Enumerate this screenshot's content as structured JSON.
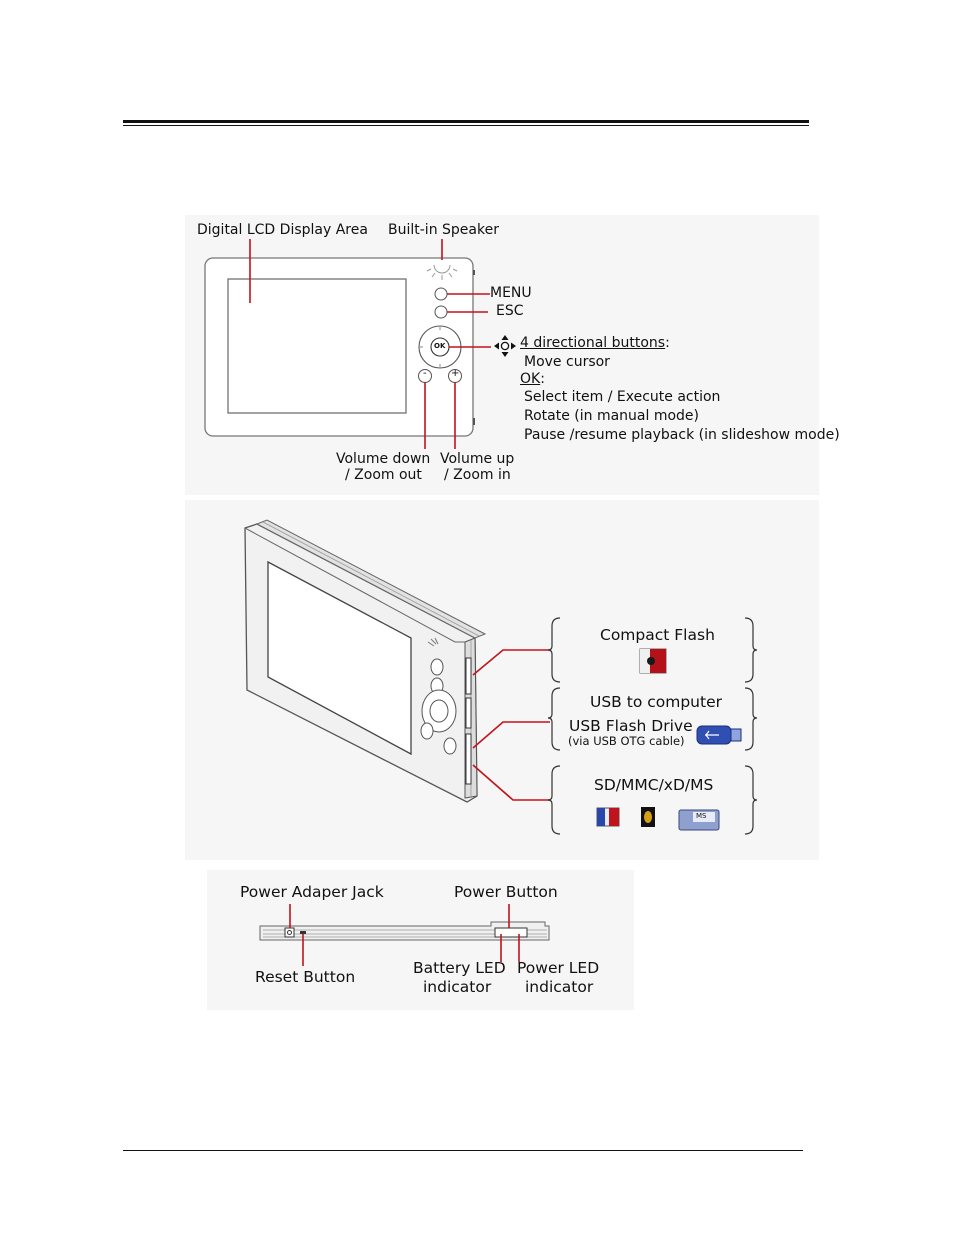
{
  "front_panel": {
    "lcd_label": "Digital LCD Display Area",
    "speaker_label": "Built-in Speaker",
    "menu_label": "MENU",
    "esc_label": "ESC",
    "ok_glyph": "OK",
    "directional_heading": "4 directional buttons",
    "directional_colon": ":",
    "directional_desc": "Move cursor",
    "ok_heading": "OK",
    "ok_colon": ":",
    "ok_items": [
      "Select item / Execute action",
      "Rotate (in manual mode)",
      "Pause /resume playback (in slideshow mode)"
    ],
    "vol_down_line1": "Volume down",
    "vol_down_line2": "/ Zoom out",
    "vol_up_line1": "Volume up",
    "vol_up_line2": "/ Zoom in",
    "minus_glyph": "-",
    "plus_glyph": "+"
  },
  "side_panel": {
    "compact_flash_label": "Compact Flash",
    "usb_computer_label": "USB to computer",
    "usb_flash_label": "USB Flash Drive",
    "usb_flash_note": "(via USB OTG cable)",
    "sd_label": "SD/MMC/xD/MS",
    "ms_card_text": "MS"
  },
  "bottom_panel": {
    "power_jack_label": "Power Adaper Jack",
    "power_button_label": "Power Button",
    "reset_label": "Reset Button",
    "battery_led_line1": "Battery LED",
    "battery_led_line2": "indicator",
    "power_led_line1": "Power LED",
    "power_led_line2": "indicator"
  },
  "colors": {
    "callout_red": "#c0141c",
    "panel_bg": "#f6f6f6",
    "device_outline": "#777777"
  }
}
